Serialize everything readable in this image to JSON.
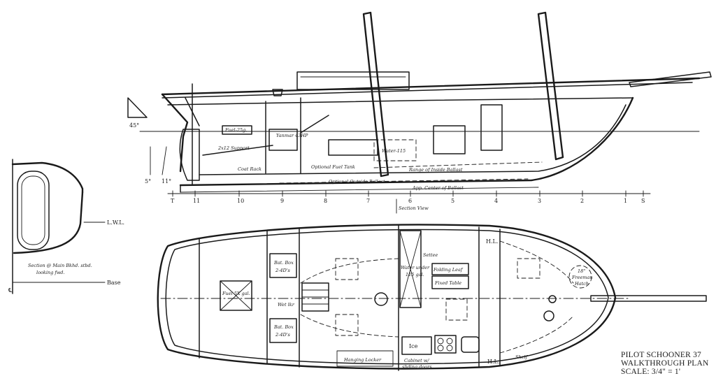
{
  "title_block": {
    "line1": "PILOT SCHOONER 37",
    "line2": "WALKTHROUGH PLAN",
    "line3": "SCALE: 3/4\" = 1'"
  },
  "profile_labels": {
    "fuel": "Fuel-25g.",
    "yanmar": "Yanmar 43HP",
    "support": "2x12 Support",
    "coat_rack": "Coat Rack",
    "optional_fuel_tank": "Optional Fuel Tank",
    "water": "Water-115",
    "range_inside_ballast": "Range of Inside Ballast",
    "optional_outside_ballast": "Optional Outside Ballast",
    "center_of_ballast": "App. Center of Ballast",
    "section_view": "Section View",
    "angle_45": "45°",
    "angle_5": "5°",
    "angle_11": "11°"
  },
  "stations": [
    "T",
    "11",
    "10",
    "9",
    "8",
    "7",
    "6",
    "5",
    "4",
    "3",
    "2",
    "1",
    "S"
  ],
  "section_labels": {
    "lwl": "L.W.L.",
    "caption_line1": "Section @ Main Bkhd. stbd.",
    "caption_line2": "looking fwd.",
    "base": "Base",
    "centerline": "℄"
  },
  "plan_labels": {
    "fuel_tank": "Fuel 5X gal.",
    "bat_box_upper_line1": "Bat. Box",
    "bat_box_upper_line2": "2-4D's",
    "bat_box_lower_line1": "Bat. Box",
    "bat_box_lower_line2": "2-4D's",
    "wet_locker": "Wet lkr",
    "water_under_line1": "Water under",
    "water_under_line2": "115 gal.",
    "settee": "Settee",
    "folding_leaf": "Folding Leaf",
    "fixed_table": "Fixed Table",
    "hl_upper": "H.L.",
    "hl_lower": "H.L.",
    "forehatch_line1": "18\"",
    "forehatch_line2": "Freeman",
    "forehatch_line3": "Hatch",
    "ice": "Ice",
    "hanging_locker": "Hanging Locker",
    "cabinet_line1": "Cabinet w/",
    "cabinet_line2": "sliding doors",
    "shelf": "Shelf"
  }
}
